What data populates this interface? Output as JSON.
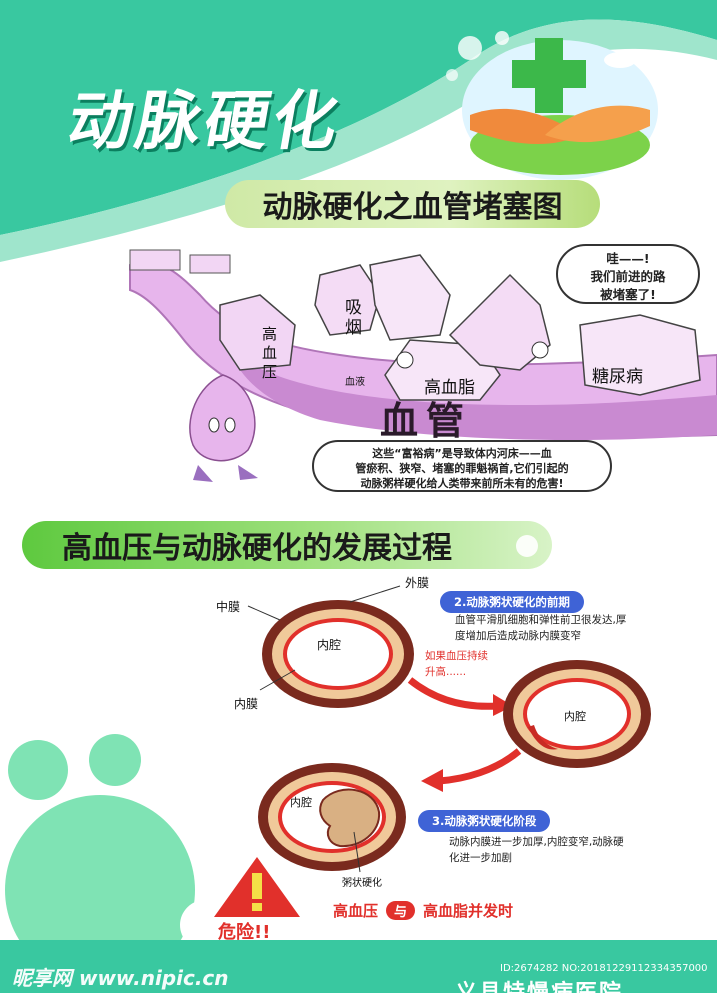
{
  "header": {
    "title": "动脉硬化"
  },
  "section1": {
    "heading": "动脉硬化之血管堵塞图",
    "bubble_top": [
      "哇——!",
      "我们前进的路",
      "被堵塞了!"
    ],
    "labels": {
      "smoking": "吸\n烟",
      "hypertension": "高\n血\n压",
      "hyperlipidemia": "高血脂",
      "diabetes": "糖尿病",
      "blood_vessel": "血管",
      "blood_fluid": "血液"
    },
    "bubble_bottom": [
      "这些“富裕病”是导致体内河床——血",
      "管瘀积、狭窄、堵塞的罪魁祸首,它们引起的",
      "动脉粥样硬化给人类带来前所未有的危害!"
    ]
  },
  "section2": {
    "heading": "高血压与动脉硬化的发展过程",
    "labels": {
      "outer": "外膜",
      "middle": "中膜",
      "inner": "内膜",
      "lumen1": "内腔",
      "lumen2": "内腔",
      "lumen3": "内腔",
      "plaque": "粥状硬化"
    },
    "note_red": [
      "如果血压持续",
      "升高......"
    ],
    "stage2_tag": "2.动脉粥状硬化的前期",
    "stage2_desc": [
      "血管平滑肌细胞和弹性前卫很发达,厚",
      "度增加后造成动脉内膜变窄"
    ],
    "stage3_tag": "3.动脉粥状硬化阶段",
    "stage3_desc": [
      "动脉内膜进一步加厚,内腔变窄,动脉硬",
      "化进一步加剧"
    ],
    "warning_label": "危险!!",
    "combo_left": "高血压",
    "combo_mid": "与",
    "combo_right": "高血脂并发时"
  },
  "footer": {
    "watermark": "昵享网 www.nipic.cn",
    "id_text": "ID:2674282 NO:20181229112334357000",
    "org_text": "义县特慢病医院"
  },
  "colors": {
    "teal": "#39c8a0",
    "teal_dark": "#0b7f5f",
    "pink": "#e2a9e6",
    "vessel_ring": "#7a2a1e",
    "vessel_mid": "#f0c99a",
    "red": "#e1302b",
    "blue_tag": "#3f63d6"
  }
}
